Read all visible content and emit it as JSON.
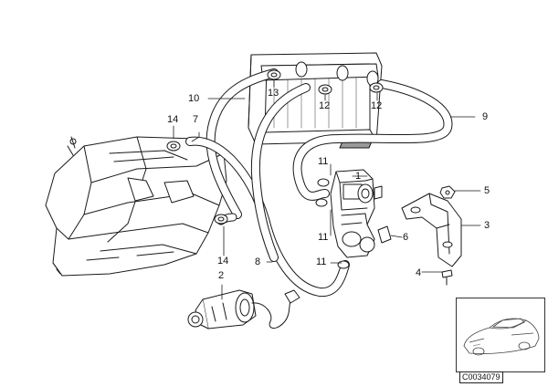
{
  "callouts": [
    {
      "id": "c1",
      "text": "1"
    },
    {
      "id": "c2",
      "text": "2"
    },
    {
      "id": "c3",
      "text": "3"
    },
    {
      "id": "c4",
      "text": "4"
    },
    {
      "id": "c5",
      "text": "5"
    },
    {
      "id": "c6",
      "text": "6"
    },
    {
      "id": "c7",
      "text": "7"
    },
    {
      "id": "c8",
      "text": "8"
    },
    {
      "id": "c9",
      "text": "9"
    },
    {
      "id": "c10",
      "text": "10"
    },
    {
      "id": "c11a",
      "text": "11"
    },
    {
      "id": "c11b",
      "text": "11"
    },
    {
      "id": "c11c",
      "text": "11"
    },
    {
      "id": "c12a",
      "text": "12"
    },
    {
      "id": "c12b",
      "text": "12"
    },
    {
      "id": "c13",
      "text": "13"
    },
    {
      "id": "c14a",
      "text": "14"
    },
    {
      "id": "c14b",
      "text": "14"
    }
  ],
  "reference_code": "C0034079",
  "colors": {
    "line": "#1a1a1a",
    "fill": "#ffffff",
    "shade": "#9a9a9a"
  }
}
